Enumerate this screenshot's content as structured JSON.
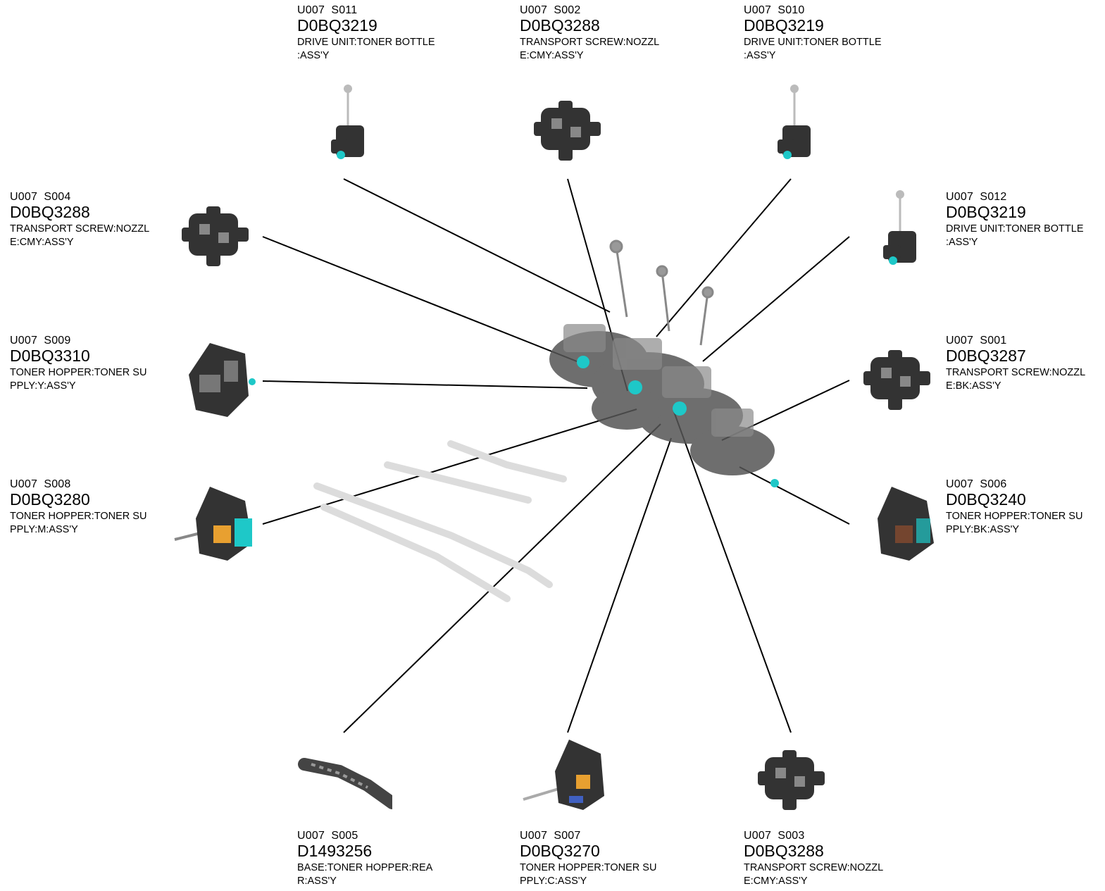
{
  "parts": [
    {
      "id": "s011",
      "code": "U007  S011",
      "part_number": "D0BQ3219",
      "desc_line1": "DRIVE UNIT:TONER BOTTLE",
      "desc_line2": ":ASS'Y",
      "thumbnail": "drive-unit-thumbnail"
    },
    {
      "id": "s002",
      "code": "U007  S002",
      "part_number": "D0BQ3288",
      "desc_line1": "TRANSPORT SCREW:NOZZL",
      "desc_line2": "E:CMY:ASS'Y",
      "thumbnail": "transport-screw-thumbnail"
    },
    {
      "id": "s010",
      "code": "U007  S010",
      "part_number": "D0BQ3219",
      "desc_line1": "DRIVE UNIT:TONER BOTTLE",
      "desc_line2": ":ASS'Y",
      "thumbnail": "drive-unit-thumbnail"
    },
    {
      "id": "s004",
      "code": "U007  S004",
      "part_number": "D0BQ3288",
      "desc_line1": "TRANSPORT SCREW:NOZZL",
      "desc_line2": "E:CMY:ASS'Y",
      "thumbnail": "transport-screw-thumbnail"
    },
    {
      "id": "s012",
      "code": "U007  S012",
      "part_number": "D0BQ3219",
      "desc_line1": "DRIVE UNIT:TONER BOTTLE",
      "desc_line2": ":ASS'Y",
      "thumbnail": "drive-unit-thumbnail"
    },
    {
      "id": "s009",
      "code": "U007  S009",
      "part_number": "D0BQ3310",
      "desc_line1": "TONER HOPPER:TONER SU",
      "desc_line2": "PPLY:Y:ASS'Y",
      "thumbnail": "toner-hopper-thumbnail"
    },
    {
      "id": "s001",
      "code": "U007  S001",
      "part_number": "D0BQ3287",
      "desc_line1": "TRANSPORT SCREW:NOZZL",
      "desc_line2": "E:BK:ASS'Y",
      "thumbnail": "transport-screw-thumbnail"
    },
    {
      "id": "s008",
      "code": "U007  S008",
      "part_number": "D0BQ3280",
      "desc_line1": "TONER HOPPER:TONER SU",
      "desc_line2": "PPLY:M:ASS'Y",
      "thumbnail": "toner-hopper-color-thumbnail"
    },
    {
      "id": "s006",
      "code": "U007  S006",
      "part_number": "D0BQ3240",
      "desc_line1": "TONER HOPPER:TONER SU",
      "desc_line2": "PPLY:BK:ASS'Y",
      "thumbnail": "toner-hopper-color-thumbnail"
    },
    {
      "id": "s005",
      "code": "U007  S005",
      "part_number": "D1493256",
      "desc_line1": "BASE:TONER HOPPER:REA",
      "desc_line2": "R:ASS'Y",
      "thumbnail": "base-thumbnail"
    },
    {
      "id": "s007",
      "code": "U007  S007",
      "part_number": "D0BQ3270",
      "desc_line1": "TONER HOPPER:TONER SU",
      "desc_line2": "PPLY:C:ASS'Y",
      "thumbnail": "toner-hopper-color-thumbnail"
    },
    {
      "id": "s003",
      "code": "U007  S003",
      "part_number": "D0BQ3288",
      "desc_line1": "TRANSPORT SCREW:NOZZL",
      "desc_line2": "E:CMY:ASS'Y",
      "thumbnail": "transport-screw-thumbnail"
    }
  ],
  "colors": {
    "leader_line": "#000000",
    "assembly_gray": "#4a4a4a",
    "accent_cyan": "#1ec8c8",
    "accent_orange": "#e8a030",
    "base_ghost": "#dcdcdc"
  }
}
